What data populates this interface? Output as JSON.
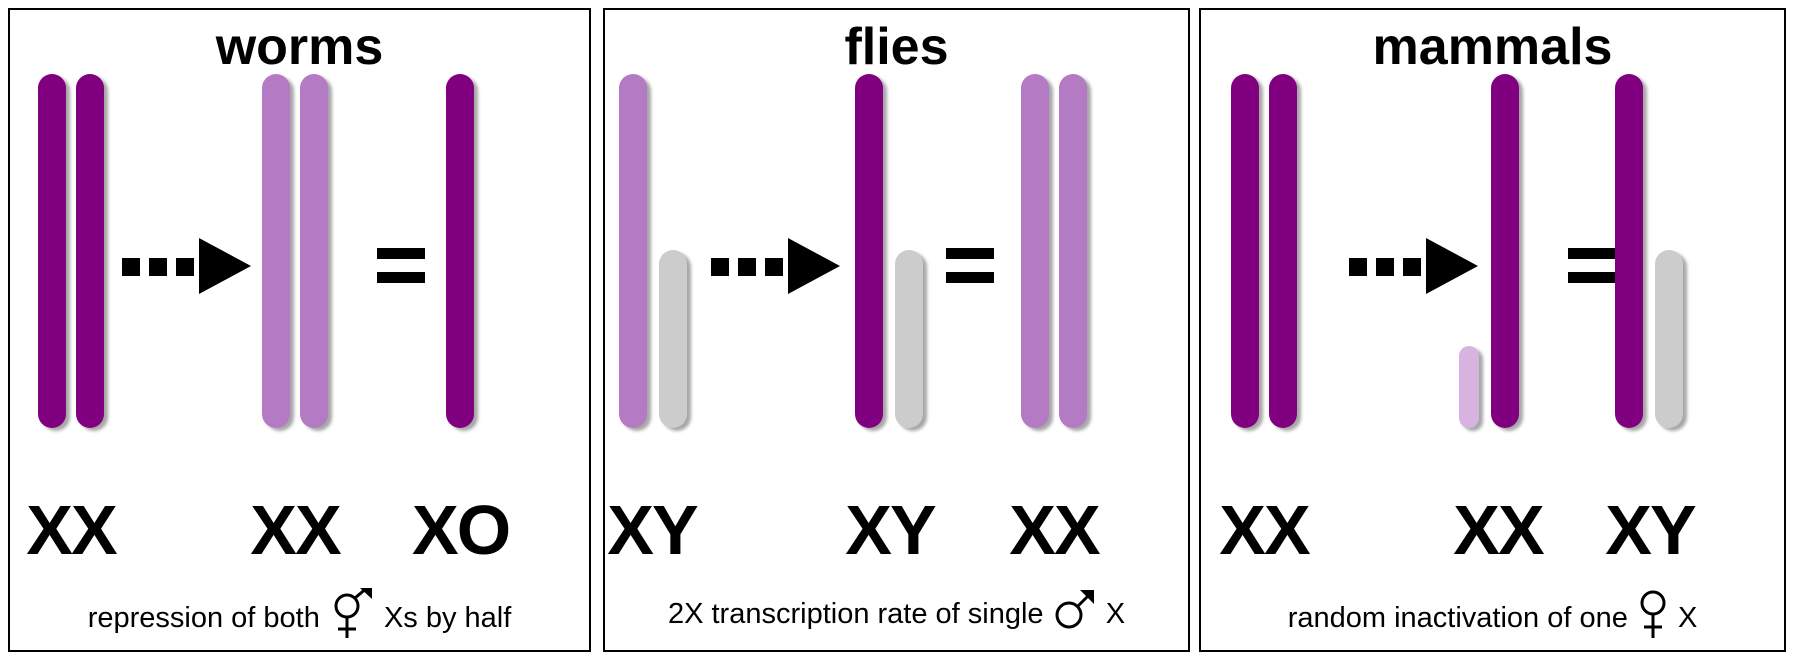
{
  "panels": [
    {
      "title": "worms",
      "labels": [
        "XX",
        "XX",
        "XO"
      ],
      "caption_before": "repression of both",
      "caption_after": "Xs by half",
      "caption_symbol": "hermaphrodite-symbol"
    },
    {
      "title": "flies",
      "labels": [
        "XY",
        "XY",
        "XX"
      ],
      "caption_before": "2X transcription rate of single",
      "caption_after": "X",
      "caption_symbol": "male-symbol"
    },
    {
      "title": "mammals",
      "labels": [
        "XX",
        "XX",
        "XY"
      ],
      "caption_before": "random inactivation of one",
      "caption_after": "X",
      "caption_symbol": "female-symbol"
    }
  ],
  "colors": {
    "active_x": "#800080",
    "repressed_x": "#b57ac4",
    "inactive_x": "#d9b3df",
    "y_chromosome": "#cccccc",
    "border": "#000000"
  }
}
